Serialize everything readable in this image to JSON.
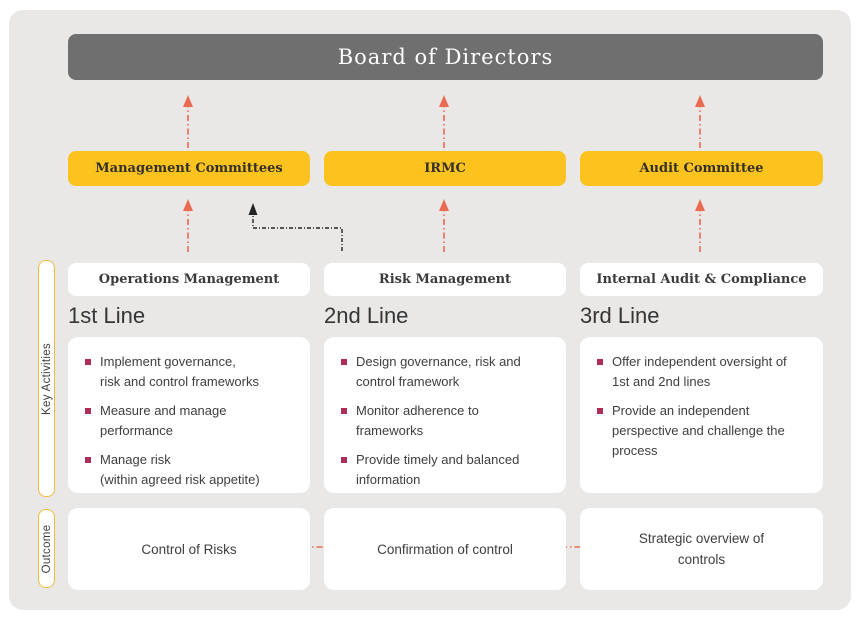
{
  "colors": {
    "background": "#e9e8e6",
    "board_gray": "#6f6f6f",
    "accent_yellow": "#fcc21d",
    "rail_border_yellow": "#f0bd3b",
    "arrow_red": "#ea6a54",
    "arrow_black": "#242424",
    "bullet_crimson": "#b02a5b",
    "text_dark": "#3b3b3b",
    "card_white": "#ffffff"
  },
  "board": {
    "label": "Board of Directors"
  },
  "rails": {
    "key_activities": "Key Activities",
    "outcome": "Outcome"
  },
  "columns": [
    {
      "committee": "Management Committees",
      "department": "Operations Management",
      "line_title": "1st Line",
      "activities": [
        "Implement governance,\nrisk and control frameworks",
        "Measure and manage\nperformance",
        "Manage risk\n(within agreed risk appetite)"
      ],
      "outcome": "Control of Risks"
    },
    {
      "committee": "IRMC",
      "department": "Risk Management",
      "line_title": "2nd Line",
      "activities": [
        "Design governance, risk and\ncontrol framework",
        "Monitor adherence to\nframeworks",
        "Provide timely and balanced\ninformation"
      ],
      "outcome": "Confirmation of control"
    },
    {
      "committee": "Audit Committee",
      "department": "Internal Audit & Compliance",
      "line_title": "3rd Line",
      "activities": [
        "Offer independent oversight of\n1st and 2nd lines",
        "Provide an independent\nperspective and challenge the\nprocess"
      ],
      "outcome": "Strategic overview of\ncontrols"
    }
  ]
}
